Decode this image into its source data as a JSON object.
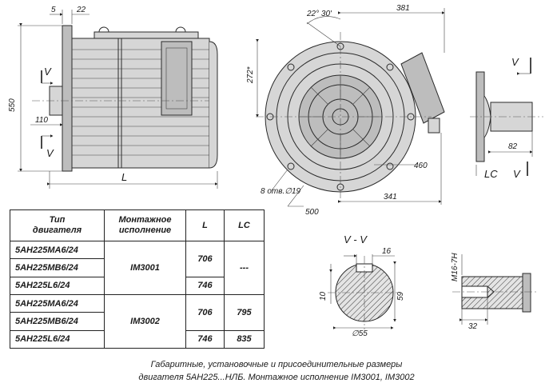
{
  "left_view": {
    "dim_top_5": "5",
    "dim_top_22": "22",
    "dim_550": "550",
    "dim_110": "110",
    "dim_L": "L",
    "section_mark_top": "V",
    "section_mark_bottom": "V"
  },
  "front_view": {
    "dim_angle": "22° 30'",
    "dim_381": "381",
    "dim_272": "272*",
    "dim_460": "460",
    "dim_holes": "8 отв.∅19",
    "dim_341": "341",
    "dim_500": "500"
  },
  "right_view": {
    "section_mark_top": "V",
    "dim_82": "82",
    "dim_LC": "LC",
    "section_mark_bottom": "V"
  },
  "section": {
    "title": "V - V",
    "dim_16": "16",
    "dim_10": "10",
    "dim_59": "59",
    "dim_55": "∅55"
  },
  "shaft_detail": {
    "dim_thread": "M16-7H",
    "dim_32": "32"
  },
  "table": {
    "headers": {
      "type": "Тип\nдвигателя",
      "mount": "Монтажное\nисполнение",
      "L": "L",
      "LC": "LC"
    },
    "rows": [
      {
        "type": "5АН225МА6/24"
      },
      {
        "type": "5АН225МВ6/24"
      },
      {
        "type": "5АН225L6/24"
      },
      {
        "type": "5АН225МА6/24"
      },
      {
        "type": "5АН225МВ6/24"
      },
      {
        "type": "5АН225L6/24"
      }
    ],
    "groups": [
      {
        "mount": "IM3001",
        "L_a": "706",
        "L_b": "746",
        "LC": "---"
      },
      {
        "mount": "IM3002",
        "L_a": "706",
        "L_b": "746",
        "LC_a": "795",
        "LC_b": "835"
      }
    ]
  },
  "caption": {
    "line1": "Габаритные, установочные и присоединительные размеры",
    "line2": "двигателя 5АН225...НЛБ. Монтажное исполнение IM3001, IM3002"
  }
}
